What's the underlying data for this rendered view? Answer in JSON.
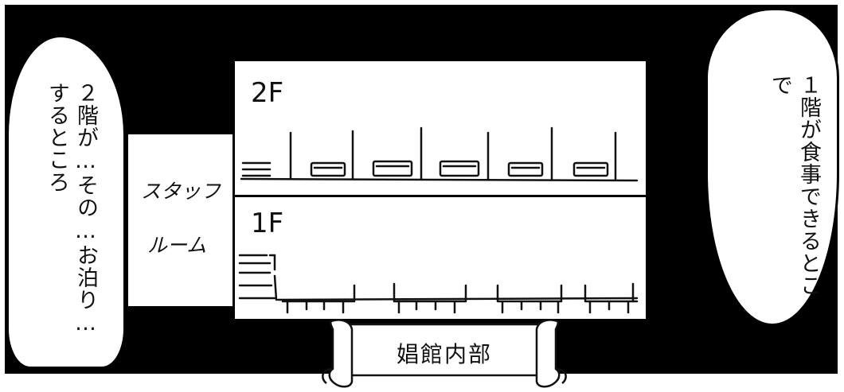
{
  "speech_left": {
    "text": "２階が…その…お泊り…するところ"
  },
  "speech_right": {
    "text": "１階が食事できるとこで"
  },
  "staff_room": {
    "line1": "スタッフ",
    "line2": "ルーム"
  },
  "building": {
    "floor2_label": "2F",
    "floor1_label": "1F"
  },
  "banner": {
    "text": "娼館内部"
  }
}
